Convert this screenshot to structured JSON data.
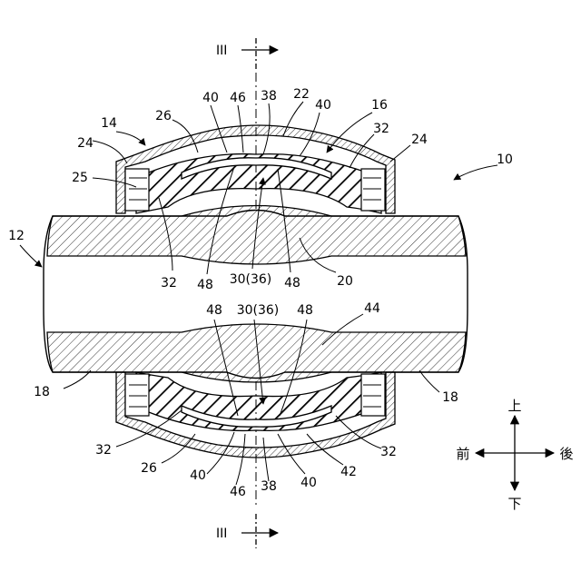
{
  "section": {
    "top": "III",
    "bottom": "III"
  },
  "labels": {
    "n10": "10",
    "n12": "12",
    "n14": "14",
    "n16": "16",
    "n22": "22",
    "n24a": "24",
    "n24b": "24",
    "n25": "25",
    "n26a": "26",
    "n26b": "26",
    "n40a": "40",
    "n46a": "46",
    "n38a": "38",
    "n40b": "40",
    "n32a": "32",
    "n32b": "32",
    "n32c": "32",
    "n32d": "32",
    "n48a": "48",
    "n30a": "30(36)",
    "n48b": "48",
    "n20": "20",
    "n48c": "48",
    "n30b": "30(36)",
    "n48d": "48",
    "n44": "44",
    "n18a": "18",
    "n18b": "18",
    "n40c": "40",
    "n46b": "46",
    "n38b": "38",
    "n40d": "40",
    "n42": "42"
  },
  "directions": {
    "up": "上",
    "down": "下",
    "front": "前",
    "back": "後"
  }
}
